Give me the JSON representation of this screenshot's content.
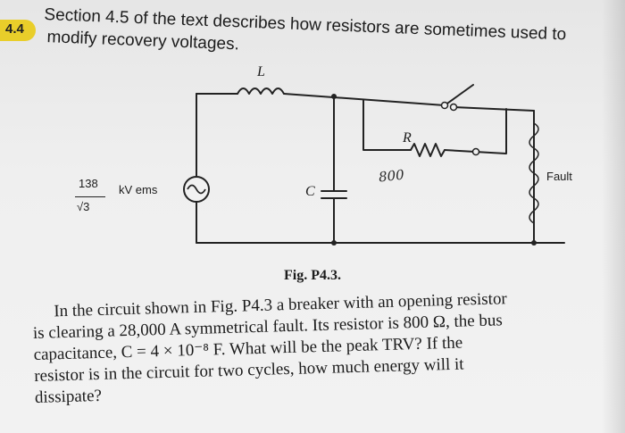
{
  "header": {
    "number": "4.4",
    "line1": "Section 4.5 of the text describes how resistors are sometimes used to",
    "line2": "modify recovery voltages."
  },
  "figure": {
    "inductor_label": "L",
    "resistor_label": "R",
    "capacitor_label": "C",
    "fault_label": "Fault",
    "source_numerator": "138",
    "source_units": "kV ems",
    "source_denominator": "√3",
    "handwritten_note": "800",
    "caption": "Fig. P4.3."
  },
  "problem": {
    "lines": [
      "In the circuit shown in Fig. P4.3 a breaker with an opening resistor",
      "is clearing a 28,000 A symmetrical fault. Its resistor is 800 Ω, the bus",
      "capacitance, C = 4 × 10⁻⁸ F. What will be the peak TRV? If the",
      "resistor is in the circuit for two cycles, how much energy will it",
      "dissipate?"
    ]
  },
  "colors": {
    "badge": "#e9ce2a",
    "ink": "#1c1c1c",
    "paper": "#eeeeee"
  }
}
